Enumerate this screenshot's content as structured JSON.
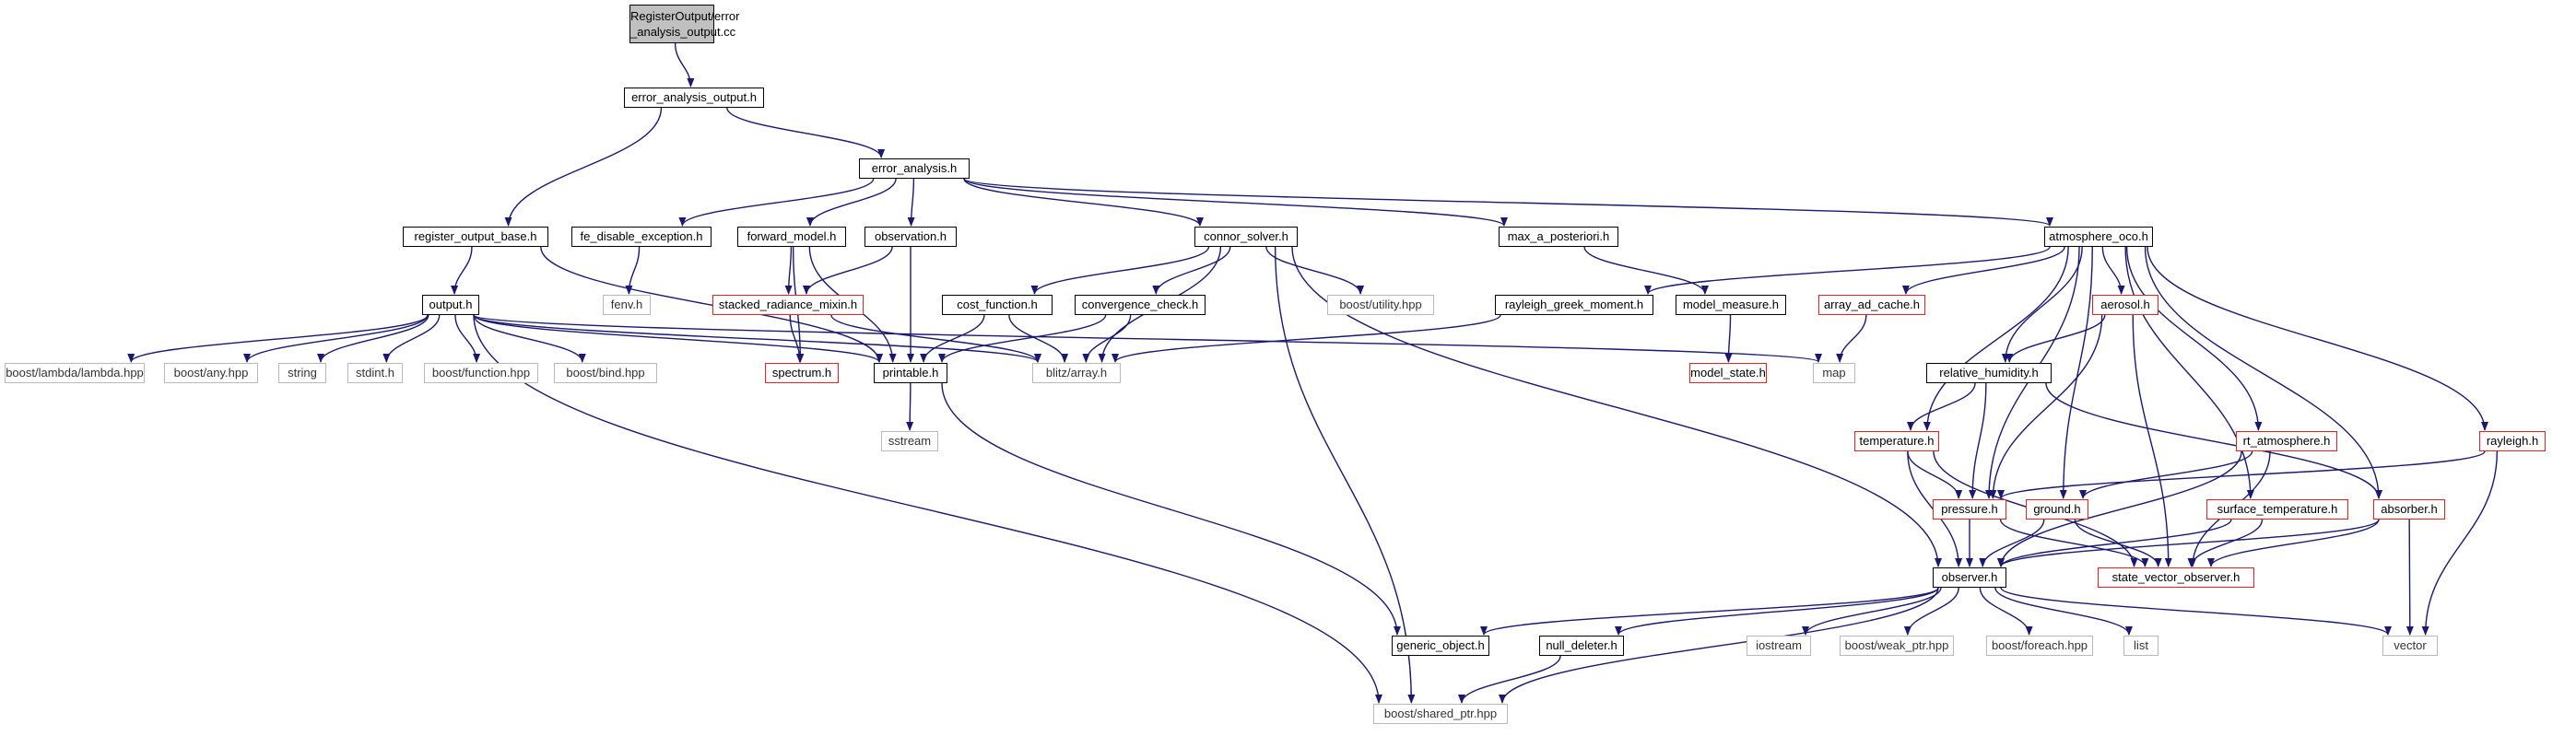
{
  "nodes": {
    "root": {
      "label_line1": "RegisterOutput/error",
      "label_line2": "_analysis_output.cc"
    },
    "error_analysis_output": {
      "label": "error_analysis_output.h"
    },
    "error_analysis": {
      "label": "error_analysis.h"
    },
    "register_output_base": {
      "label": "register_output_base.h"
    },
    "fe_disable_exception": {
      "label": "fe_disable_exception.h"
    },
    "forward_model": {
      "label": "forward_model.h"
    },
    "observation": {
      "label": "observation.h"
    },
    "connor_solver": {
      "label": "connor_solver.h"
    },
    "max_a_posteriori": {
      "label": "max_a_posteriori.h"
    },
    "atmosphere_oco": {
      "label": "atmosphere_oco.h"
    },
    "output": {
      "label": "output.h"
    },
    "fenv": {
      "label": "fenv.h"
    },
    "stacked_radiance_mixin": {
      "label": "stacked_radiance_mixin.h"
    },
    "cost_function": {
      "label": "cost_function.h"
    },
    "convergence_check": {
      "label": "convergence_check.h"
    },
    "boost_utility": {
      "label": "boost/utility.hpp"
    },
    "rayleigh_greek_moment": {
      "label": "rayleigh_greek_moment.h"
    },
    "model_measure": {
      "label": "model_measure.h"
    },
    "array_ad_cache": {
      "label": "array_ad_cache.h"
    },
    "aerosol": {
      "label": "aerosol.h"
    },
    "boost_lambda": {
      "label": "boost/lambda/lambda.hpp"
    },
    "boost_any": {
      "label": "boost/any.hpp"
    },
    "string": {
      "label": "string"
    },
    "stdint": {
      "label": "stdint.h"
    },
    "boost_function": {
      "label": "boost/function.hpp"
    },
    "boost_bind": {
      "label": "boost/bind.hpp"
    },
    "spectrum": {
      "label": "spectrum.h"
    },
    "printable": {
      "label": "printable.h"
    },
    "blitz_array": {
      "label": "blitz/array.h"
    },
    "model_state": {
      "label": "model_state.h"
    },
    "map": {
      "label": "map"
    },
    "relative_humidity": {
      "label": "relative_humidity.h"
    },
    "sstream": {
      "label": "sstream"
    },
    "temperature": {
      "label": "temperature.h"
    },
    "rt_atmosphere": {
      "label": "rt_atmosphere.h"
    },
    "rayleigh": {
      "label": "rayleigh.h"
    },
    "pressure": {
      "label": "pressure.h"
    },
    "ground": {
      "label": "ground.h"
    },
    "surface_temperature": {
      "label": "surface_temperature.h"
    },
    "absorber": {
      "label": "absorber.h"
    },
    "state_vector_observer": {
      "label": "state_vector_observer.h"
    },
    "observer": {
      "label": "observer.h"
    },
    "generic_object": {
      "label": "generic_object.h"
    },
    "null_deleter": {
      "label": "null_deleter.h"
    },
    "iostream": {
      "label": "iostream"
    },
    "boost_weak_ptr": {
      "label": "boost/weak_ptr.hpp"
    },
    "boost_foreach": {
      "label": "boost/foreach.hpp"
    },
    "list": {
      "label": "list"
    },
    "vector": {
      "label": "vector"
    },
    "boost_shared_ptr": {
      "label": "boost/shared_ptr.hpp"
    }
  },
  "edges": [
    [
      "root",
      "error_analysis_output"
    ],
    [
      "error_analysis_output",
      "error_analysis"
    ],
    [
      "error_analysis_output",
      "register_output_base"
    ],
    [
      "error_analysis",
      "fe_disable_exception"
    ],
    [
      "error_analysis",
      "forward_model"
    ],
    [
      "error_analysis",
      "observation"
    ],
    [
      "error_analysis",
      "connor_solver"
    ],
    [
      "error_analysis",
      "max_a_posteriori"
    ],
    [
      "error_analysis",
      "atmosphere_oco"
    ],
    [
      "register_output_base",
      "output"
    ],
    [
      "register_output_base",
      "printable"
    ],
    [
      "fe_disable_exception",
      "fenv"
    ],
    [
      "forward_model",
      "stacked_radiance_mixin"
    ],
    [
      "forward_model",
      "printable"
    ],
    [
      "forward_model",
      "spectrum"
    ],
    [
      "observation",
      "stacked_radiance_mixin"
    ],
    [
      "observation",
      "printable"
    ],
    [
      "connor_solver",
      "cost_function"
    ],
    [
      "connor_solver",
      "convergence_check"
    ],
    [
      "connor_solver",
      "boost_utility"
    ],
    [
      "connor_solver",
      "blitz_array"
    ],
    [
      "connor_solver",
      "observer"
    ],
    [
      "connor_solver",
      "boost_shared_ptr"
    ],
    [
      "max_a_posteriori",
      "model_measure"
    ],
    [
      "atmosphere_oco",
      "rayleigh_greek_moment"
    ],
    [
      "atmosphere_oco",
      "array_ad_cache"
    ],
    [
      "atmosphere_oco",
      "aerosol"
    ],
    [
      "atmosphere_oco",
      "relative_humidity"
    ],
    [
      "atmosphere_oco",
      "temperature"
    ],
    [
      "atmosphere_oco",
      "pressure"
    ],
    [
      "atmosphere_oco",
      "ground"
    ],
    [
      "atmosphere_oco",
      "rt_atmosphere"
    ],
    [
      "atmosphere_oco",
      "surface_temperature"
    ],
    [
      "atmosphere_oco",
      "rayleigh"
    ],
    [
      "atmosphere_oco",
      "absorber"
    ],
    [
      "output",
      "boost_lambda"
    ],
    [
      "output",
      "boost_any"
    ],
    [
      "output",
      "string"
    ],
    [
      "output",
      "stdint"
    ],
    [
      "output",
      "boost_function"
    ],
    [
      "output",
      "boost_bind"
    ],
    [
      "output",
      "printable"
    ],
    [
      "output",
      "blitz_array"
    ],
    [
      "output",
      "map"
    ],
    [
      "output",
      "boost_shared_ptr"
    ],
    [
      "stacked_radiance_mixin",
      "spectrum"
    ],
    [
      "stacked_radiance_mixin",
      "blitz_array"
    ],
    [
      "cost_function",
      "printable"
    ],
    [
      "cost_function",
      "blitz_array"
    ],
    [
      "convergence_check",
      "printable"
    ],
    [
      "convergence_check",
      "blitz_array"
    ],
    [
      "rayleigh_greek_moment",
      "blitz_array"
    ],
    [
      "model_measure",
      "model_state"
    ],
    [
      "array_ad_cache",
      "map"
    ],
    [
      "aerosol",
      "relative_humidity"
    ],
    [
      "aerosol",
      "pressure"
    ],
    [
      "aerosol",
      "state_vector_observer"
    ],
    [
      "printable",
      "sstream"
    ],
    [
      "printable",
      "generic_object"
    ],
    [
      "relative_humidity",
      "temperature"
    ],
    [
      "relative_humidity",
      "pressure"
    ],
    [
      "relative_humidity",
      "absorber"
    ],
    [
      "temperature",
      "pressure"
    ],
    [
      "temperature",
      "observer"
    ],
    [
      "temperature",
      "state_vector_observer"
    ],
    [
      "rt_atmosphere",
      "ground"
    ],
    [
      "rt_atmosphere",
      "observer"
    ],
    [
      "rt_atmosphere",
      "state_vector_observer"
    ],
    [
      "rayleigh",
      "pressure"
    ],
    [
      "rayleigh",
      "vector"
    ],
    [
      "pressure",
      "observer"
    ],
    [
      "pressure",
      "state_vector_observer"
    ],
    [
      "ground",
      "observer"
    ],
    [
      "ground",
      "state_vector_observer"
    ],
    [
      "surface_temperature",
      "observer"
    ],
    [
      "surface_temperature",
      "state_vector_observer"
    ],
    [
      "absorber",
      "observer"
    ],
    [
      "absorber",
      "state_vector_observer"
    ],
    [
      "absorber",
      "vector"
    ],
    [
      "observer",
      "generic_object"
    ],
    [
      "observer",
      "null_deleter"
    ],
    [
      "observer",
      "iostream"
    ],
    [
      "observer",
      "boost_weak_ptr"
    ],
    [
      "observer",
      "boost_foreach"
    ],
    [
      "observer",
      "list"
    ],
    [
      "observer",
      "vector"
    ],
    [
      "observer",
      "boost_shared_ptr"
    ],
    [
      "null_deleter",
      "boost_shared_ptr"
    ]
  ],
  "colors": {
    "edge": "#191970",
    "node_border": "#000000",
    "red_border": "#e8211d",
    "grey_border": "#b9b9b9",
    "root_fill": "#c0c0c0"
  }
}
